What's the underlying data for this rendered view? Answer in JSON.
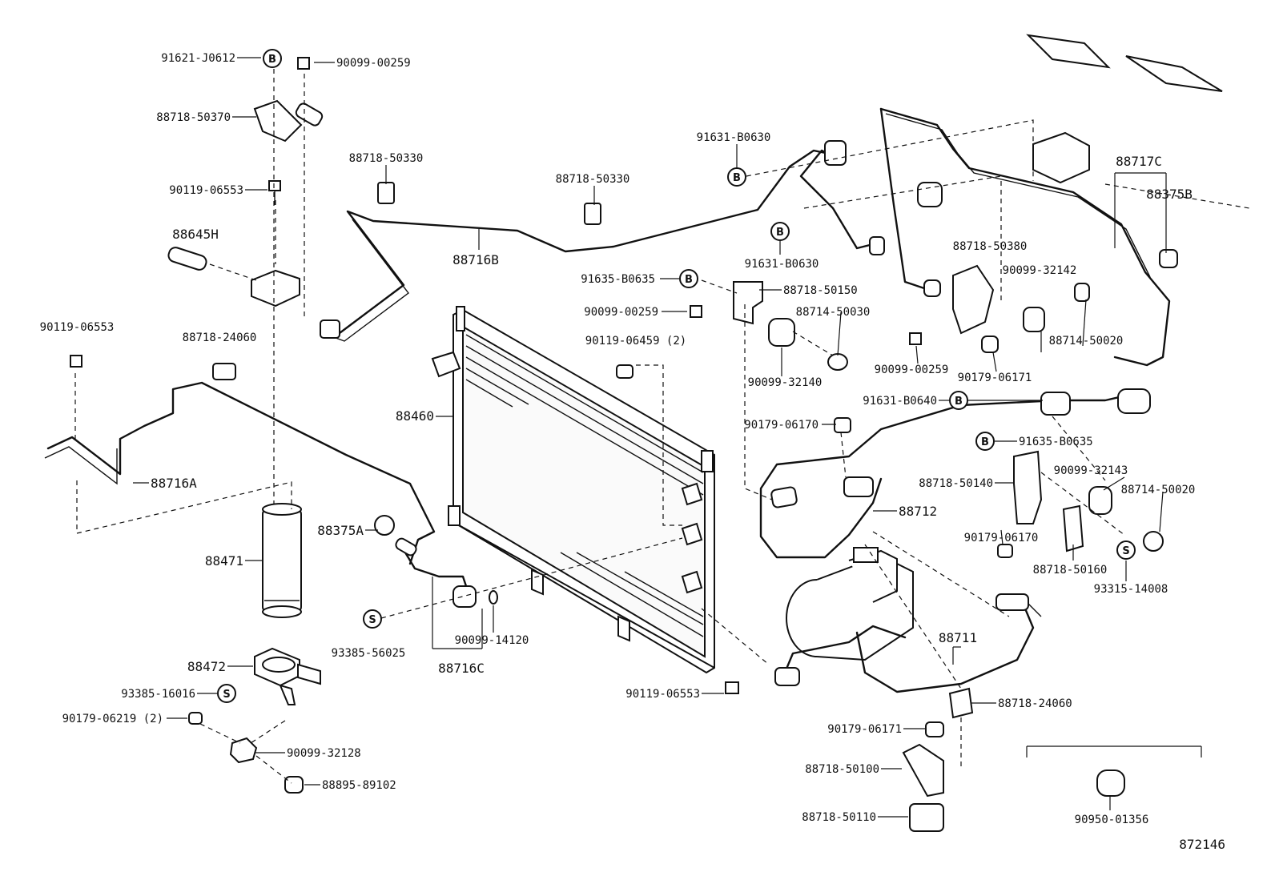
{
  "labels": {
    "p91621_J0612": "91621-J0612",
    "p90099_00259a": "90099-00259",
    "p88718_50370": "88718-50370",
    "p90119_06553a": "90119-06553",
    "p88718_50330a": "88718-50330",
    "p88718_50330b": "88718-50330",
    "p88645H": "88645H",
    "p91631_B0630a": "91631-B0630",
    "p88716B": "88716B",
    "p91631_B0630b": "91631-B0630",
    "p88717C": "88717C",
    "p88375B": "88375B",
    "p88718_50380": "88718-50380",
    "p90099_32142": "90099-32142",
    "p91635_B0635a": "91635-B0635",
    "p88718_50150": "88718-50150",
    "p90099_00259b": "90099-00259",
    "p88714_50030": "88714-50030",
    "p90119_06459": "90119-06459 (2)",
    "p90099_32140": "90099-32140",
    "p90099_00259c": "90099-00259",
    "p90179_06171a": "90179-06171",
    "p88714_50020a": "88714-50020",
    "p90119_06553b": "90119-06553",
    "p88718_24060a": "88718-24060",
    "p88460": "88460",
    "p91631_B0640": "91631-B0640",
    "p90179_06170a": "90179-06170",
    "p91635_B0635b": "91635-B0635",
    "p88716A": "88716A",
    "p90099_32143": "90099-32143",
    "p88718_50140": "88718-50140",
    "p88714_50020b": "88714-50020",
    "p88712": "88712",
    "p88375A": "88375A",
    "p88471": "88471",
    "p90179_06170b": "90179-06170",
    "p88718_50160": "88718-50160",
    "p93315_14008": "93315-14008",
    "p90099_14120": "90099-14120",
    "p93385_56025": "93385-56025",
    "p88716C": "88716C",
    "p88711": "88711",
    "p88472": "88472",
    "p93385_16016": "93385-16016",
    "p90119_06553c": "90119-06553",
    "p88718_24060b": "88718-24060",
    "p90179_06219": "90179-06219 (2)",
    "p90099_32128": "90099-32128",
    "p90179_06171b": "90179-06171",
    "p88718_50100": "88718-50100",
    "p88895_89102": "88895-89102",
    "p88718_50110": "88718-50110",
    "p90950_01356": "90950-01356",
    "p872146": "872146"
  },
  "symbols": {
    "b": "B",
    "s": "S"
  }
}
